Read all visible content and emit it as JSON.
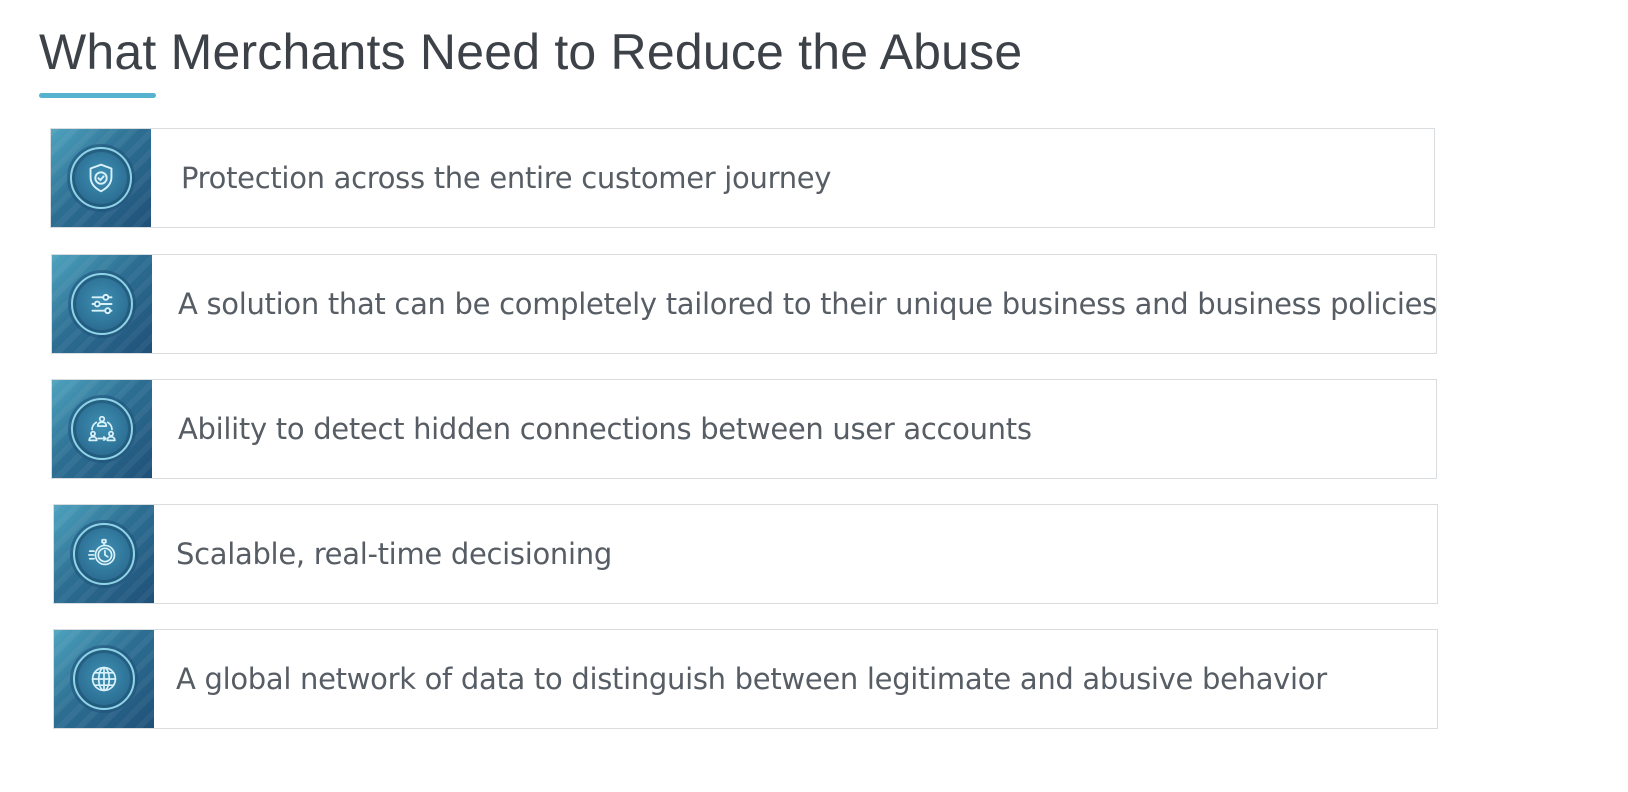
{
  "page": {
    "title": "What Merchants Need to Reduce the Abuse",
    "accent_color": "#55b3cf"
  },
  "items": [
    {
      "icon": "shield-check-icon",
      "text": "Protection across the entire customer journey"
    },
    {
      "icon": "sliders-icon",
      "text": "A solution that can be completely tailored to their unique business and business policies"
    },
    {
      "icon": "connected-users-icon",
      "text": "Ability to detect hidden connections between user accounts"
    },
    {
      "icon": "stopwatch-icon",
      "text": "Scalable, real-time decisioning"
    },
    {
      "icon": "globe-icon",
      "text": "A global network of data to distinguish between legitimate and abusive behavior"
    }
  ]
}
